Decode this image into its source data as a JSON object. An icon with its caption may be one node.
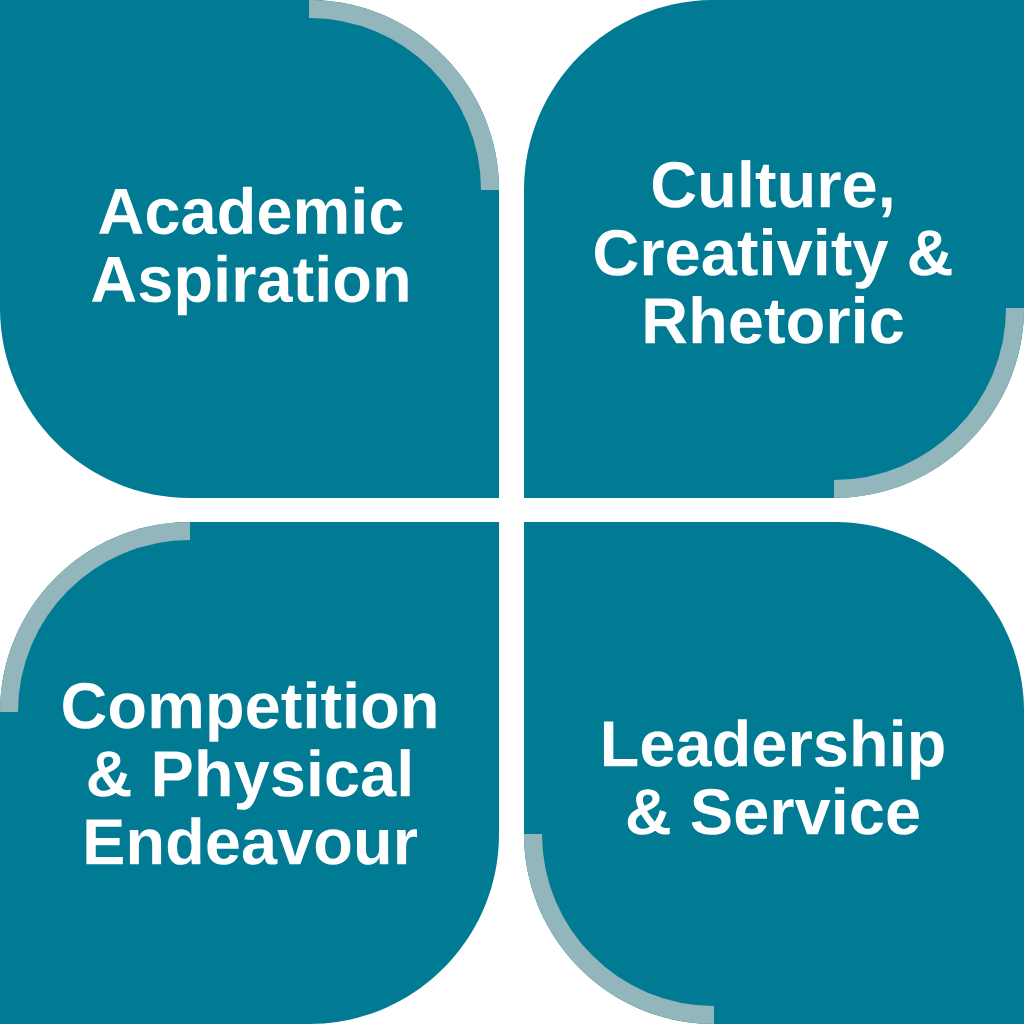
{
  "diagram": {
    "nodes": [
      {
        "text": [
          "Academic Aspiration"
        ]
      },
      {
        "text": [
          "Culture, Creativity & Rhetoric"
        ]
      },
      {
        "text": [
          "Competition & Physical Endeavour"
        ]
      },
      {
        "text": [
          "Leadership & Service"
        ]
      }
    ]
  }
}
